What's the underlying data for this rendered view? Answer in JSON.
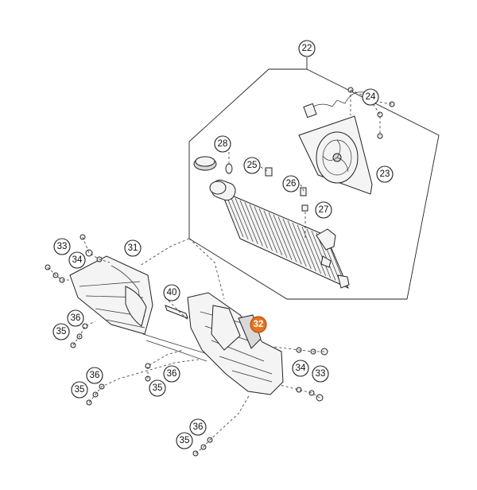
{
  "diagram": {
    "highlight_color": "#e8731c",
    "highlighted_part": "32",
    "callouts": [
      {
        "id": "c22",
        "label": "22"
      },
      {
        "id": "c24",
        "label": "24"
      },
      {
        "id": "c28",
        "label": "28"
      },
      {
        "id": "c25",
        "label": "25"
      },
      {
        "id": "c23",
        "label": "23"
      },
      {
        "id": "c26",
        "label": "26"
      },
      {
        "id": "c27",
        "label": "27"
      },
      {
        "id": "c33a",
        "label": "33"
      },
      {
        "id": "c34a",
        "label": "34"
      },
      {
        "id": "c31",
        "label": "31"
      },
      {
        "id": "c40",
        "label": "40"
      },
      {
        "id": "c32",
        "label": "32"
      },
      {
        "id": "c36a",
        "label": "36"
      },
      {
        "id": "c35a",
        "label": "35"
      },
      {
        "id": "c34b",
        "label": "34"
      },
      {
        "id": "c33b",
        "label": "33"
      },
      {
        "id": "c36b",
        "label": "36"
      },
      {
        "id": "c35b",
        "label": "35"
      },
      {
        "id": "c36c",
        "label": "36"
      },
      {
        "id": "c35c",
        "label": "35"
      },
      {
        "id": "c36d",
        "label": "36"
      },
      {
        "id": "c35d",
        "label": "35"
      }
    ]
  }
}
